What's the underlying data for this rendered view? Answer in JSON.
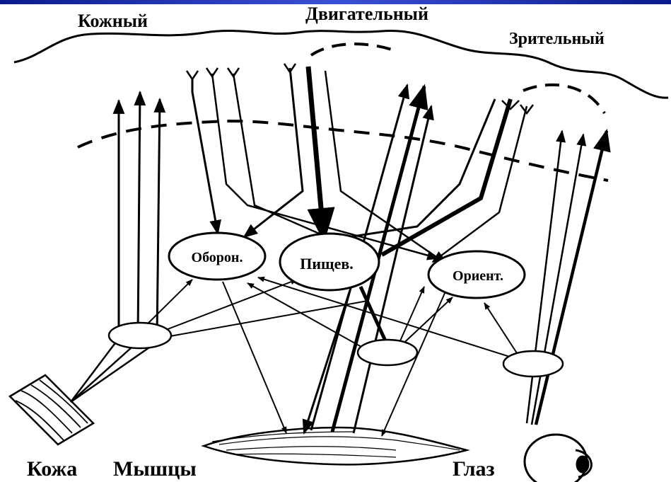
{
  "cortex_labels": {
    "skin": "Кожный",
    "motor": "Двигательный",
    "visual": "Зрительный"
  },
  "centers": {
    "defensive": "Оборон.",
    "feeding": "Пищев.",
    "orienting": "Ориент."
  },
  "organs": {
    "skin": "Кожа",
    "muscles": "Мышцы",
    "eye": "Глаз"
  },
  "colors": {
    "header_bar": "#1a2fb5",
    "ink": "#000000",
    "background": "#ffffff"
  }
}
